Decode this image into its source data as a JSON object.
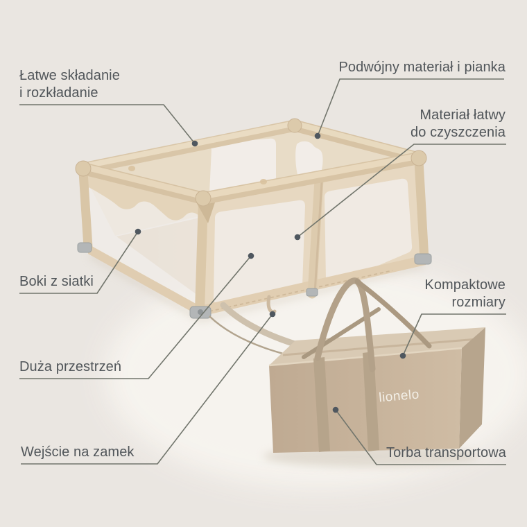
{
  "background_color": "#eae6e1",
  "text_color": "#51565a",
  "line_color": "#71756c",
  "dot_color": "#4f575f",
  "product_colors": {
    "playpen_fabric": "#e0cfb4",
    "mesh": "#f0ece8",
    "bag_body": "#c6b29a",
    "bag_strap": "#b3a189"
  },
  "brand": {
    "bag_logo": "lionelo"
  },
  "callouts": [
    {
      "id": "easy-folding",
      "label": "Łatwe składanie\ni rozkładanie"
    },
    {
      "id": "double-material",
      "label": "Podwójny materiał i pianka"
    },
    {
      "id": "easy-clean",
      "label": "Materiał łatwy\ndo czyszczenia"
    },
    {
      "id": "mesh-sides",
      "label": "Boki z siatki"
    },
    {
      "id": "large-space",
      "label": "Duża przestrzeń"
    },
    {
      "id": "zipper-entrance",
      "label": "Wejście na zamek"
    },
    {
      "id": "compact-size",
      "label": "Kompaktowe\nrozmiary"
    },
    {
      "id": "transport-bag",
      "label": "Torba transportowa"
    }
  ]
}
